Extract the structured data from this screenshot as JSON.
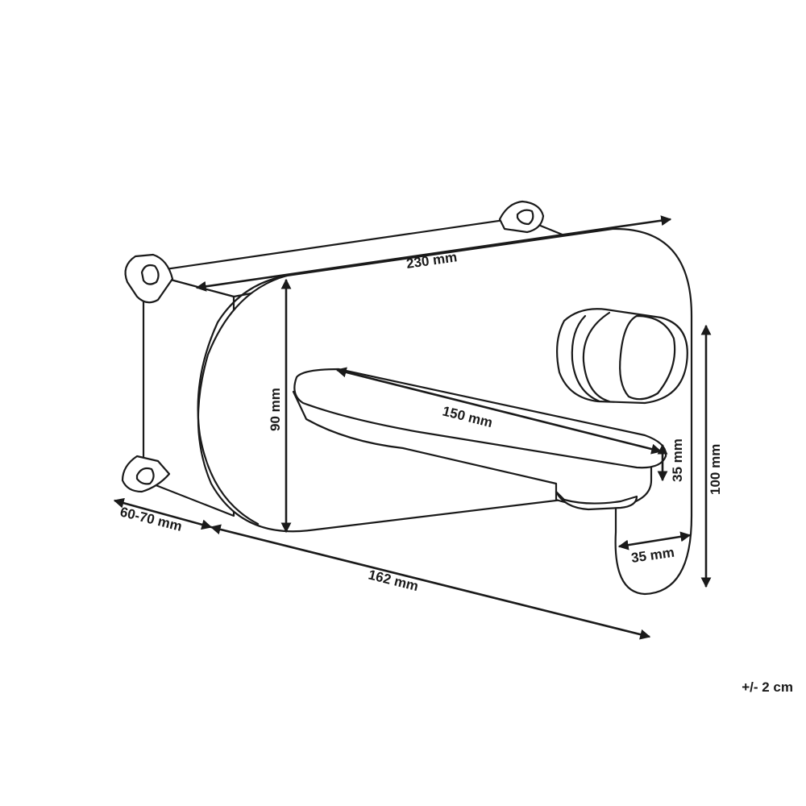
{
  "dimensions": {
    "body_width": "230 mm",
    "plate_height": "90 mm",
    "spout_length": "150 mm",
    "spout_height": "35 mm",
    "total_height": "100 mm",
    "handle_width": "35 mm",
    "wall_depth": "60-70 mm",
    "total_depth": "162 mm"
  },
  "tolerance": "+/- 2 cm",
  "colors": {
    "line": "#1a1a1a",
    "background": "#ffffff"
  }
}
